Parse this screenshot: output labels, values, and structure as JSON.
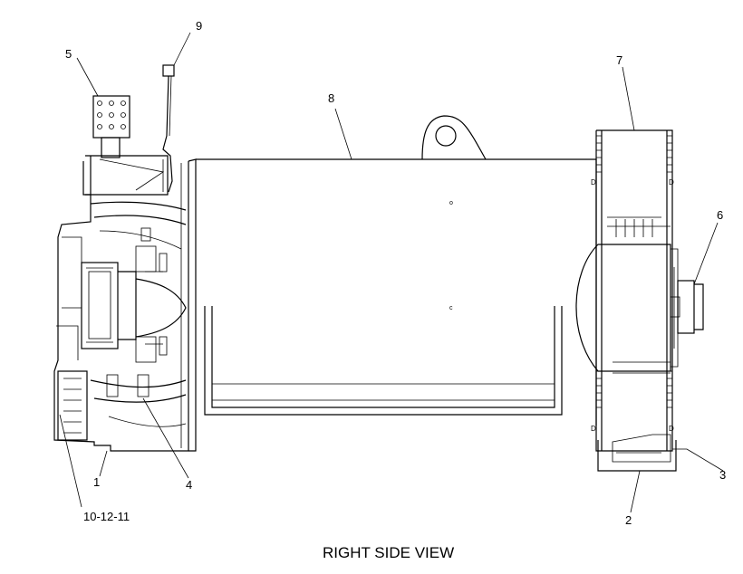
{
  "diagram": {
    "caption": "RIGHT SIDE VIEW",
    "callouts": [
      {
        "id": "1",
        "label": "1"
      },
      {
        "id": "2",
        "label": "2"
      },
      {
        "id": "3",
        "label": "3"
      },
      {
        "id": "4",
        "label": "4"
      },
      {
        "id": "5",
        "label": "5"
      },
      {
        "id": "6",
        "label": "6"
      },
      {
        "id": "7",
        "label": "7"
      },
      {
        "id": "8",
        "label": "8"
      },
      {
        "id": "9",
        "label": "9"
      },
      {
        "id": "10-12-11",
        "label": "10-12-11"
      }
    ]
  }
}
